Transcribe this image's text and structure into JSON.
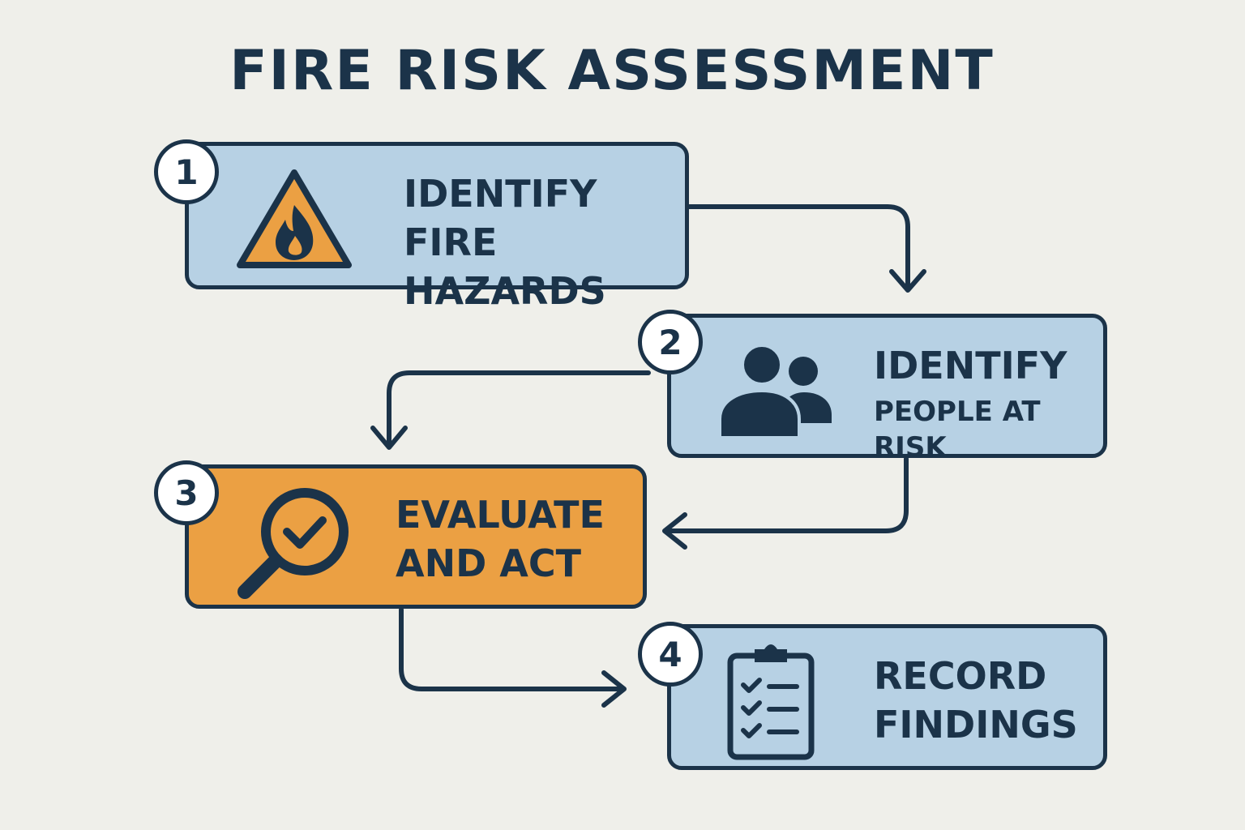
{
  "title": "FIRE RISK ASSESSMENT",
  "colors": {
    "dark": "#1b3349",
    "blue": "#b7d1e4",
    "orange": "#eba043",
    "background": "#efefea"
  },
  "steps": [
    {
      "number": "1",
      "line1": "IDENTIFY",
      "line2": "FIRE HAZARDS",
      "icon": "fire-warning-icon"
    },
    {
      "number": "2",
      "line1": "IDENTIFY",
      "line2": "PEOPLE AT RISK",
      "icon": "people-icon"
    },
    {
      "number": "3",
      "line1": "EVALUATE",
      "line2": "AND ACT",
      "icon": "magnifier-check-icon"
    },
    {
      "number": "4",
      "line1": "RECORD",
      "line2": "FINDINGS",
      "icon": "clipboard-checklist-icon"
    }
  ]
}
